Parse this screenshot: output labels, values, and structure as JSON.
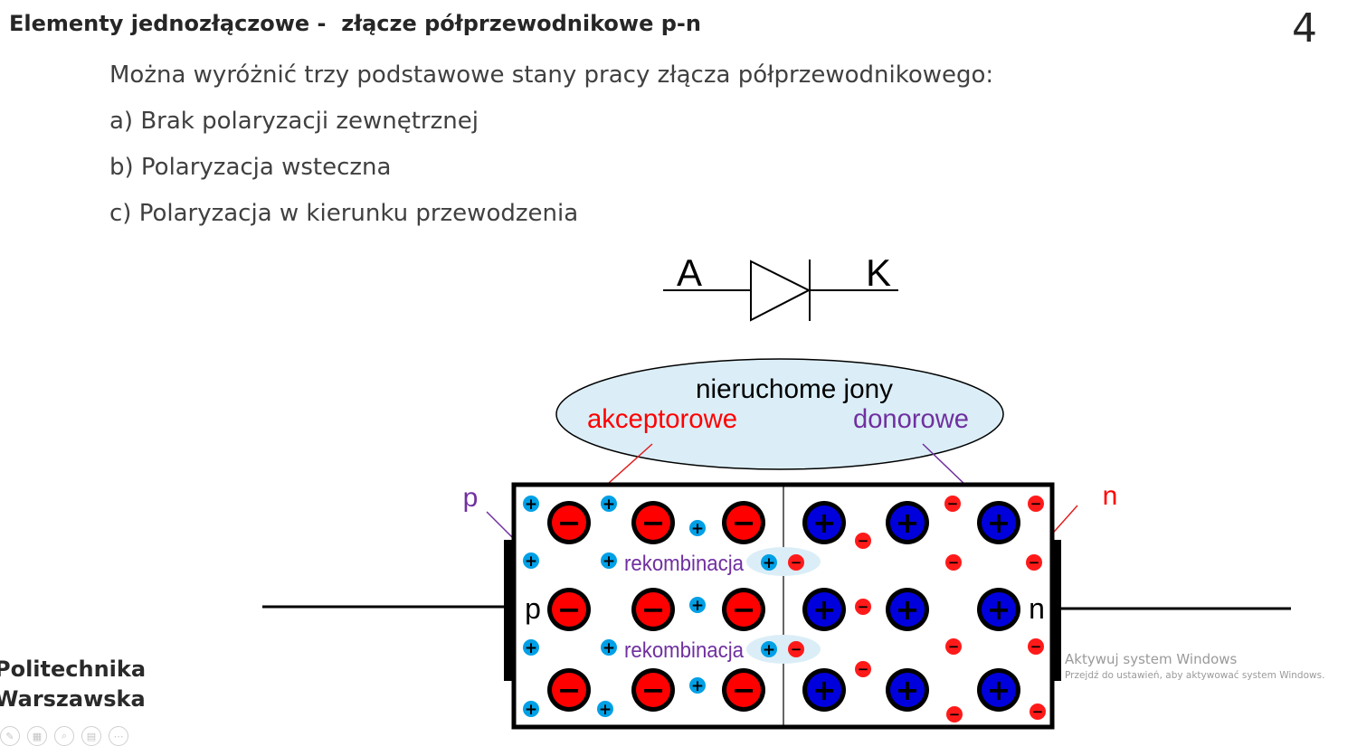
{
  "slide": {
    "title": "Elementy jednozłączowe -  złącze półprzewodnikowe p-n",
    "page_number": "4",
    "bullets": [
      "Można wyróżnić trzy podstawowe stany pracy złącza półprzewodnikowego:",
      "a) Brak polaryzacji zewnętrznej",
      "b) Polaryzacja wsteczna",
      "c) Polaryzacja w kierunku przewodzenia"
    ]
  },
  "diagram": {
    "diode_anode": "A",
    "diode_cathode": "K",
    "ellipse_title": "nieruchome jony",
    "acceptor_label": "akceptorowe",
    "donor_label": "donorowe",
    "p_label": "p",
    "n_label": "n",
    "p_region_label": "p",
    "n_region_label": "n",
    "recombination_label_1": "rekombinacja",
    "recombination_label_2": "rekombinacja",
    "ion_minus": "−",
    "ion_plus": "+",
    "colors": {
      "acceptor": "#ff0000",
      "donor": "#0000dd",
      "hole": "#00a0e6",
      "electron": "#ff1a1a",
      "label_purple": "#7030a0",
      "ellipse_fill": "#dbeef7"
    }
  },
  "branding": {
    "logo_line1": "Politechnika",
    "logo_line2": "Warszawska"
  },
  "toolbar": {
    "buttons": [
      "pen-icon",
      "slides-icon",
      "zoom-icon",
      "subtitles-icon",
      "more-icon"
    ]
  },
  "watermark": {
    "title": "Aktywuj system Windows",
    "subtitle": "Przejdź do ustawień, aby aktywować system Windows."
  }
}
